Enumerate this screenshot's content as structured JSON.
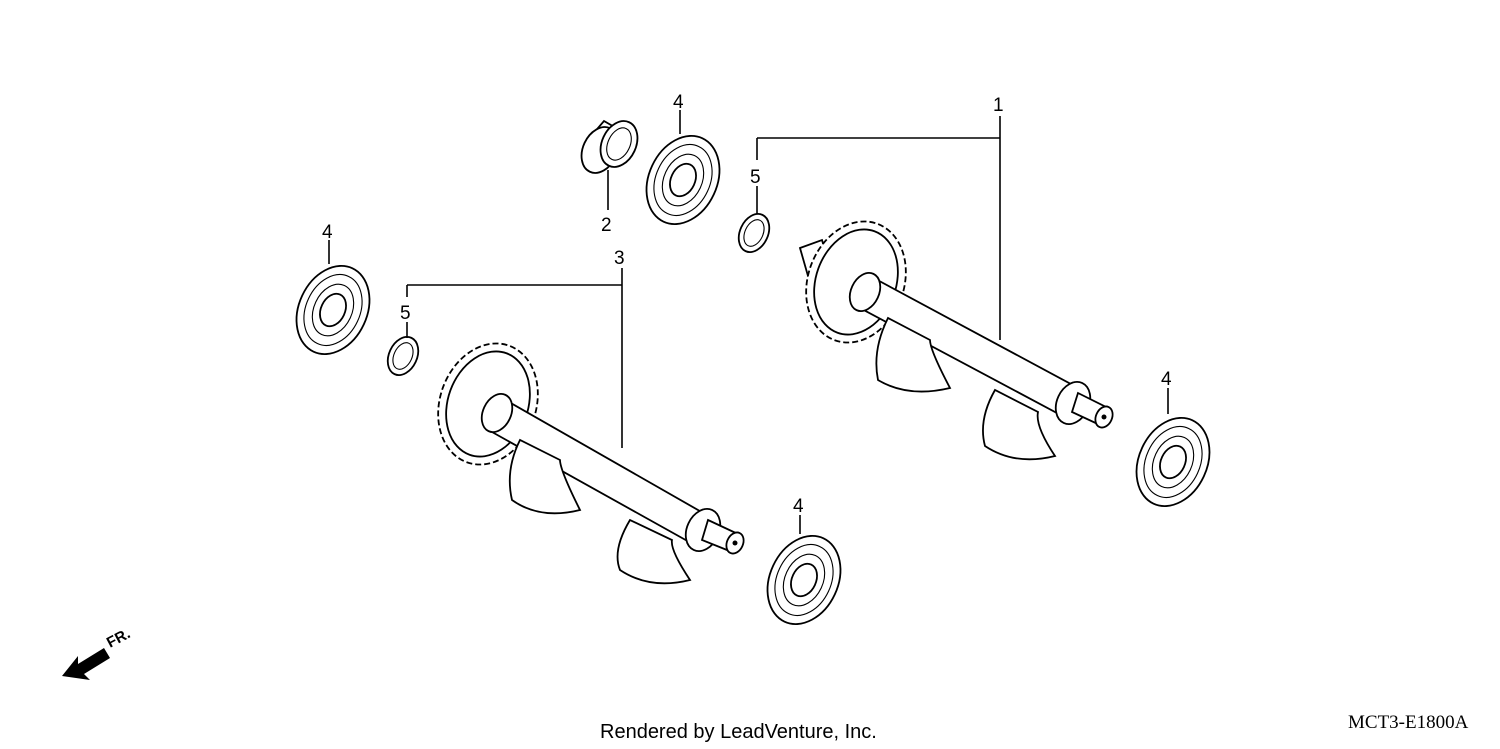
{
  "callouts": {
    "shaft_a": "1",
    "collar": "2",
    "shaft_b": "3",
    "bearing": "4",
    "circlip": "5"
  },
  "direction_label": "FR.",
  "credit": "Rendered by LeadVenture, Inc.",
  "diagram_code": "MCT3-E1800A"
}
